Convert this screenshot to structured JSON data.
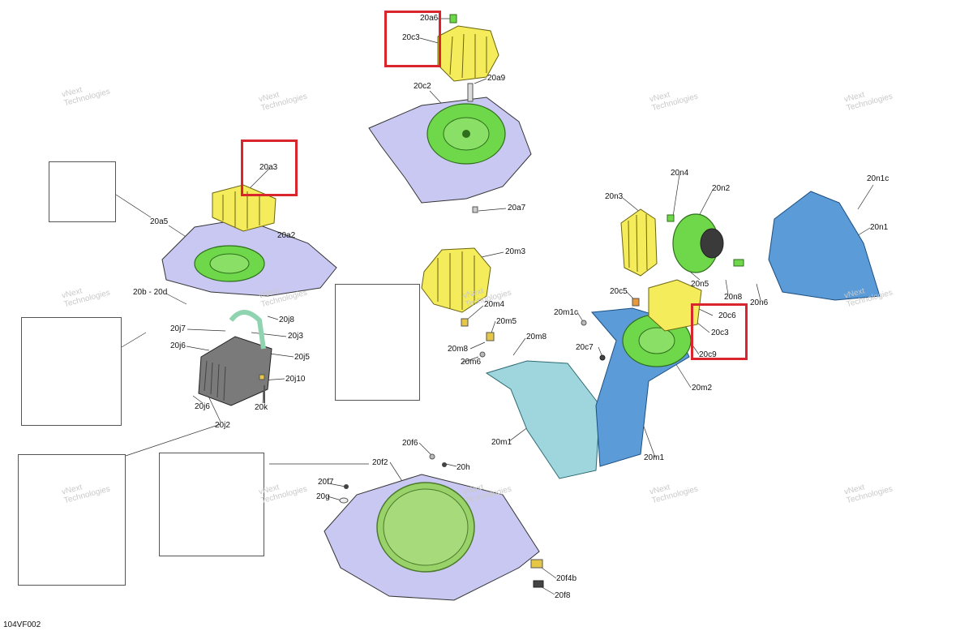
{
  "diagram": {
    "ref_code": "104VF002",
    "watermark_line1": "vNext",
    "watermark_line2": "Technologies",
    "highlight_color": "#d8262c",
    "colors": {
      "grille": "#f4ec5a",
      "speaker": "#6fd84a",
      "enclosure_lavender": "#c9c8f2",
      "enclosure_blue": "#5b9bd8",
      "enclosure_teal": "#9fd6de",
      "subwoofer": "#9ad26a",
      "amplifier": "#7a7a7a"
    },
    "labels": [
      "20a6",
      "20c3",
      "20a9",
      "20c2",
      "20a7",
      "20a3",
      "20a5",
      "20a2",
      "20b - 20d",
      "20j8",
      "20j7",
      "20j3",
      "20j6",
      "20j5",
      "20j10",
      "20j6",
      "20k",
      "20j2",
      "20m3",
      "20m4",
      "20m5",
      "20m8",
      "20m8",
      "20m6",
      "20n4",
      "20n2",
      "20n1c",
      "20n3",
      "20n1",
      "20n5",
      "20n8",
      "20n6",
      "20c5",
      "20c6",
      "20c3",
      "20c9",
      "20m1c",
      "20c7",
      "20m2",
      "20m1",
      "20m1",
      "20f6",
      "20h",
      "20f2",
      "20f7",
      "20g",
      "20f4b",
      "20f8"
    ]
  }
}
